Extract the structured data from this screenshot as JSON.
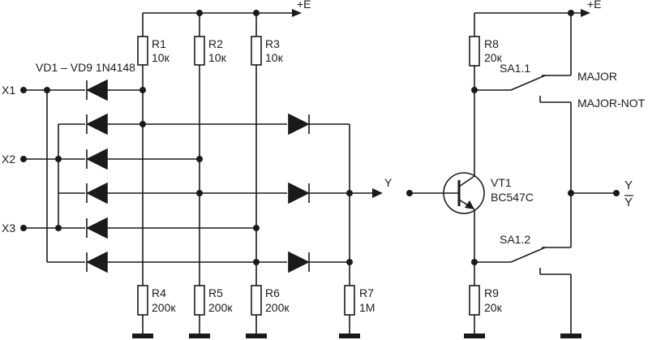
{
  "supply": {
    "left": "+E",
    "right": "+E"
  },
  "diode_label": "VD1 – VD9 1N4148",
  "inputs": {
    "x1": "X1",
    "x2": "X2",
    "x3": "X3"
  },
  "resistors": {
    "r1": {
      "name": "R1",
      "value": "10к"
    },
    "r2": {
      "name": "R2",
      "value": "10к"
    },
    "r3": {
      "name": "R3",
      "value": "10к"
    },
    "r4": {
      "name": "R4",
      "value": "200к"
    },
    "r5": {
      "name": "R5",
      "value": "200к"
    },
    "r6": {
      "name": "R6",
      "value": "200к"
    },
    "r7": {
      "name": "R7",
      "value": "1M"
    },
    "r8": {
      "name": "R8",
      "value": "20к"
    },
    "r9": {
      "name": "R9",
      "value": "20к"
    }
  },
  "output_y": "Y",
  "transistor": {
    "name": "VT1",
    "type": "BC547C"
  },
  "switches": {
    "sa11": "SA1.1",
    "sa12": "SA1.2"
  },
  "modes": {
    "major": "MAJOR",
    "major_not": "MAJOR-NOT"
  },
  "right_output": {
    "y": "Y",
    "y_bar": "Y"
  }
}
